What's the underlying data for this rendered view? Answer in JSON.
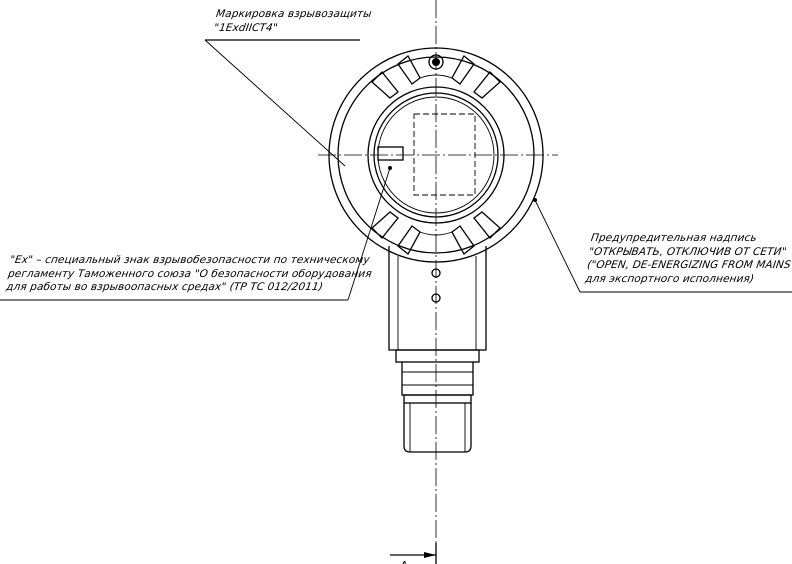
{
  "annotations": {
    "explosion_marking": {
      "line1": "Маркировка взрывозащиты",
      "line2": "\"1ExdIICT4\""
    },
    "ex_sign": {
      "line1": "\"Ex\" – специальный знак взрывобезопасности по техническому",
      "line2": "регламенту Таможенного союза \"О безопасности оборудования",
      "line3": "для работы во взрывоопасных средах\" (ТР ТС 012/2011)"
    },
    "warning": {
      "line1": "Предупредительная надпись",
      "line2": "\"ОТКРЫВАТЬ, ОТКЛЮЧИВ ОТ СЕТИ\"",
      "line3": "(\"OPEN, DE-ENERGIZING FROM MAINS\" –",
      "line4": "для экспортного исполнения)"
    }
  },
  "section_marker": "A"
}
